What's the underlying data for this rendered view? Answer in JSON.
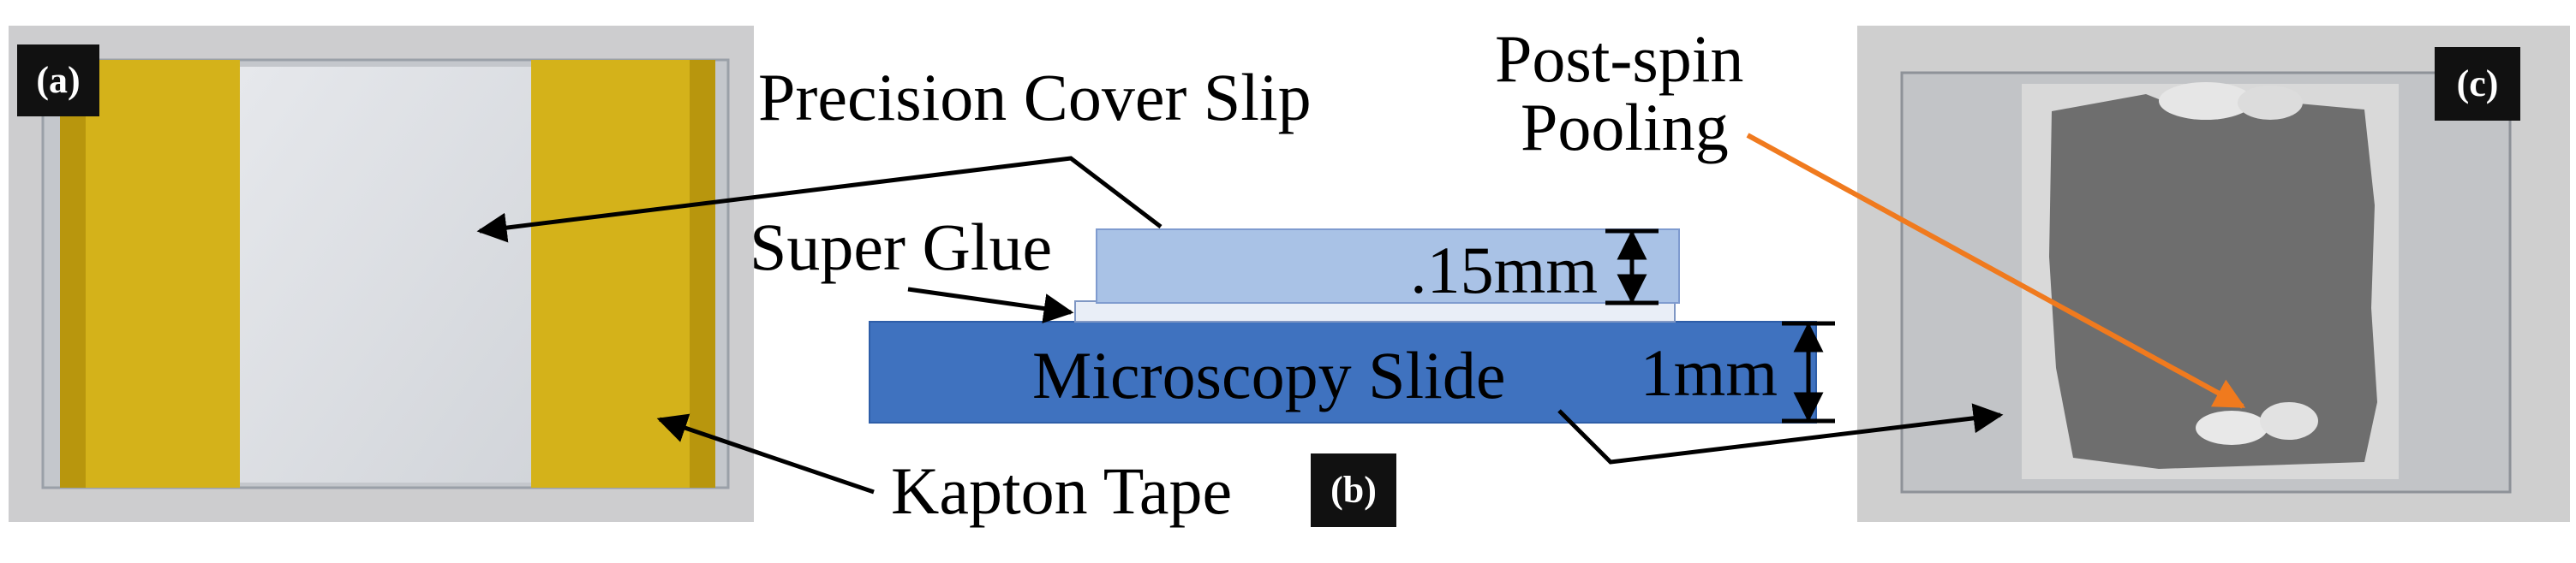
{
  "panels": {
    "a": {
      "tag": "(a)"
    },
    "b": {
      "tag": "(b)"
    },
    "c": {
      "tag": "(c)"
    }
  },
  "labels": {
    "precision_cover_slip": "Precision Cover Slip",
    "super_glue": "Super Glue",
    "microscopy_slide": "Microscopy Slide",
    "kapton_tape": "Kapton Tape",
    "post_spin_line1": "Post-spin",
    "post_spin_line2": "Pooling"
  },
  "dimensions": {
    "cover_slip_thickness": ".15mm",
    "slide_thickness": "1mm"
  },
  "colors": {
    "tape": "#d4b21a",
    "cover_slip": "#a9c2e6",
    "slide": "#3f72bf",
    "glue": "#e9eef7",
    "orange_arrow": "#f07a1e",
    "tag_bg": "#111111"
  }
}
